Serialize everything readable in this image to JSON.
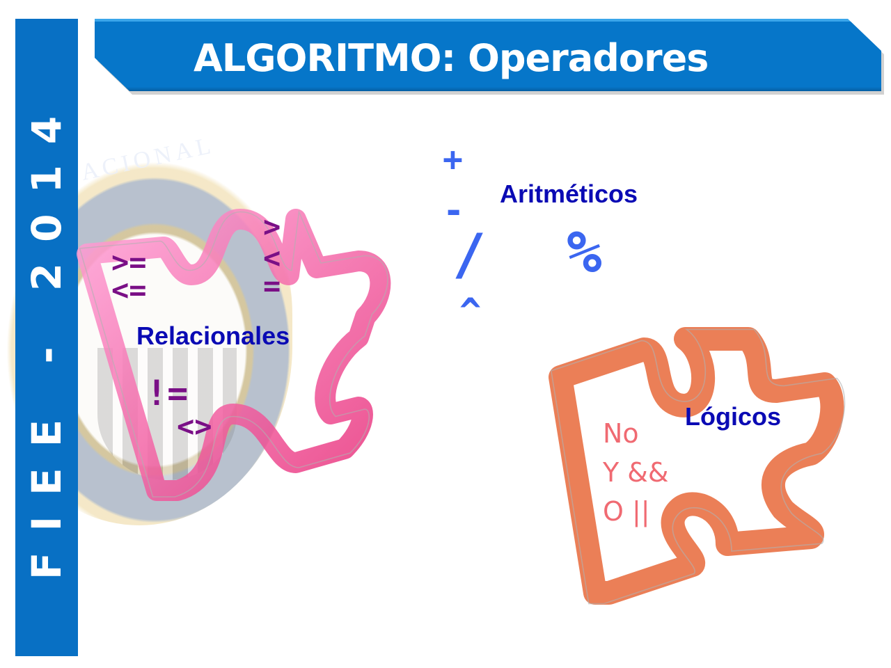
{
  "slide": {
    "title": "ALGORITMO: Operadores",
    "sidebar_label": "FIEE - 2014",
    "colors": {
      "banner": "#0676c9",
      "sidebar": "#0870c4",
      "heading": "#0a0ab4",
      "relational_ops": "#7a0f86",
      "arithmetic_ops": "#3b66f0",
      "logical_ops": "#f06a72",
      "relational_piece": "#f070b8",
      "logical_piece": "#e8693a"
    }
  },
  "background": {
    "seal_text": "ACIONAL"
  },
  "groups": {
    "relacionales": {
      "heading": "Relacionales",
      "ops": [
        ">=",
        "<=",
        ">",
        "<",
        "=",
        "!=",
        "<>"
      ]
    },
    "aritmeticos": {
      "heading": "Aritméticos",
      "ops": [
        "+",
        "-",
        "/",
        "^",
        "%"
      ]
    },
    "logicos": {
      "heading": "Lógicos",
      "ops": [
        "No",
        "Y &&",
        "O ||"
      ]
    }
  }
}
